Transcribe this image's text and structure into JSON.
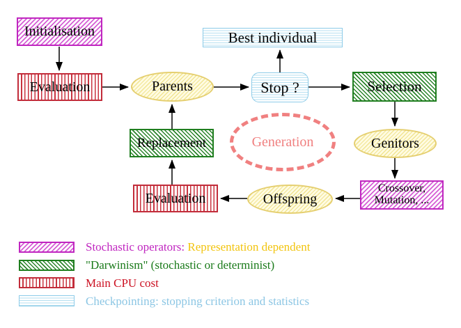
{
  "diagram": {
    "nodes": {
      "initialisation": "Initialisation",
      "evaluation_top": "Evaluation",
      "best_individual": "Best individual",
      "parents": "Parents",
      "stop": "Stop ?",
      "selection": "Selection",
      "replacement": "Replacement",
      "generation": "Generation",
      "genitors": "Genitors",
      "evaluation_bottom": "Evaluation",
      "offspring": "Offspring",
      "crossover_line1": "Crossover,",
      "crossover_line2": "Mutation, ..."
    },
    "legend": {
      "rows": [
        {
          "swatch": "magenta-hatch-swatch",
          "label": "Stochastic operators:",
          "label2": "Representation dependent"
        },
        {
          "swatch": "green-hatch-swatch",
          "label": "\"Darwinism\" (stochastic or determinist)"
        },
        {
          "swatch": "red-stripes-swatch",
          "label": "Main CPU cost"
        },
        {
          "swatch": "cyan-stripes-swatch",
          "label": "Checkpointing: stopping criterion and statistics"
        }
      ]
    },
    "colors": {
      "magenta": "#c026c0",
      "red": "#c22c3a",
      "red_text": "#cc1122",
      "green": "#1a7a1a",
      "cyan_text": "#8cc6e4",
      "gold_text": "#f2c40f",
      "salmon": "#f08080",
      "yellow_border": "#e5cf70",
      "arrow": "#000000"
    }
  }
}
